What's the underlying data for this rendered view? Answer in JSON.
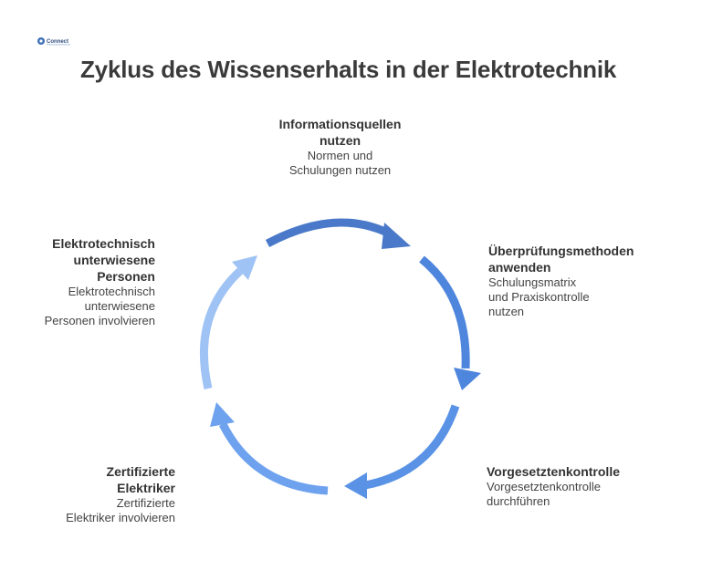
{
  "title": "Zyklus des Wissenserhalts in der Elektrotechnik",
  "logo": {
    "text": "Connect"
  },
  "colors": {
    "arrow_top": "#4a79c9",
    "arrow_right": "#4f86dd",
    "arrow_bottom_right": "#5a92e6",
    "arrow_bottom_left": "#6ea2ee",
    "arrow_left": "#9fc3f5"
  },
  "steps": [
    {
      "heading_lines": [
        "Informationsquellen",
        "nutzen"
      ],
      "desc_lines": [
        "Normen und",
        "Schulungen nutzen"
      ]
    },
    {
      "heading_lines": [
        "Überprüfungsmethoden",
        "anwenden"
      ],
      "desc_lines": [
        "Schulungsmatrix",
        "und Praxiskontrolle",
        "nutzen"
      ]
    },
    {
      "heading_lines": [
        "Vorgesetztenkontrolle"
      ],
      "desc_lines": [
        "Vorgesetztenkontrolle",
        "durchführen"
      ]
    },
    {
      "heading_lines": [
        "Zertifizierte",
        "Elektriker"
      ],
      "desc_lines": [
        "Zertifizierte",
        "Elektriker involvieren"
      ]
    },
    {
      "heading_lines": [
        "Elektrotechnisch",
        "unterwiesene",
        "Personen"
      ],
      "desc_lines": [
        "Elektrotechnisch",
        "unterwiesene",
        "Personen involvieren"
      ]
    }
  ]
}
